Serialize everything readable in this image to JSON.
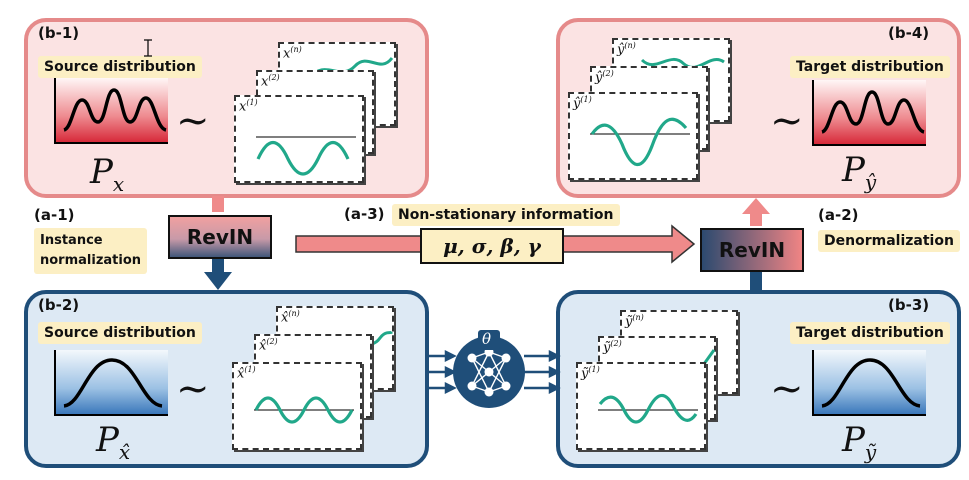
{
  "colors": {
    "red_panel_bg": "#fbe3e3",
    "red_panel_border": "#e58a8a",
    "blue_panel_bg": "#dde9f4",
    "blue_panel_border": "#1f4e79",
    "wave": "#21a88a",
    "highlight": "#fcefc4",
    "red_arrow": "#ef8a8a",
    "blue_arrow": "#1f4e79"
  },
  "b1": {
    "tag": "(b-1)",
    "title": "Source distribution",
    "tilde": "~",
    "p_main": "P",
    "p_sub": "x",
    "cards": [
      "x",
      "x",
      "x"
    ],
    "card_sups": [
      "(n)",
      "(2)",
      "(1)"
    ]
  },
  "b4": {
    "tag": "(b-4)",
    "title": "Target distribution",
    "tilde": "~",
    "p_main": "P",
    "p_sub": "ŷ",
    "cards": [
      "ŷ",
      "ŷ",
      "ŷ"
    ],
    "card_sups": [
      "(n)",
      "(2)",
      "(1)"
    ]
  },
  "b2": {
    "tag": "(b-2)",
    "title": "Source distribution",
    "tilde": "~",
    "p_main": "P",
    "p_sub": "x̂",
    "cards": [
      "x̂",
      "x̂",
      "x̂"
    ],
    "card_sups": [
      "(n)",
      "(2)",
      "(1)"
    ]
  },
  "b3": {
    "tag": "(b-3)",
    "title": "Target distribution",
    "tilde": "~",
    "p_main": "P",
    "p_sub": "ỹ",
    "cards": [
      "ỹ",
      "ỹ",
      "ỹ"
    ],
    "card_sups": [
      "(n)",
      "(2)",
      "(1)"
    ]
  },
  "a1": {
    "tag": "(a-1)",
    "label_line1": "Instance",
    "label_line2": "normalization",
    "revin": "RevIN"
  },
  "a2": {
    "tag": "(a-2)",
    "label": "Denormalization",
    "revin": "RevIN"
  },
  "a3": {
    "tag": "(a-3)",
    "label": "Non-stationary information",
    "params": "μ,  σ,  β,  γ"
  },
  "model": {
    "theta": "θ"
  }
}
